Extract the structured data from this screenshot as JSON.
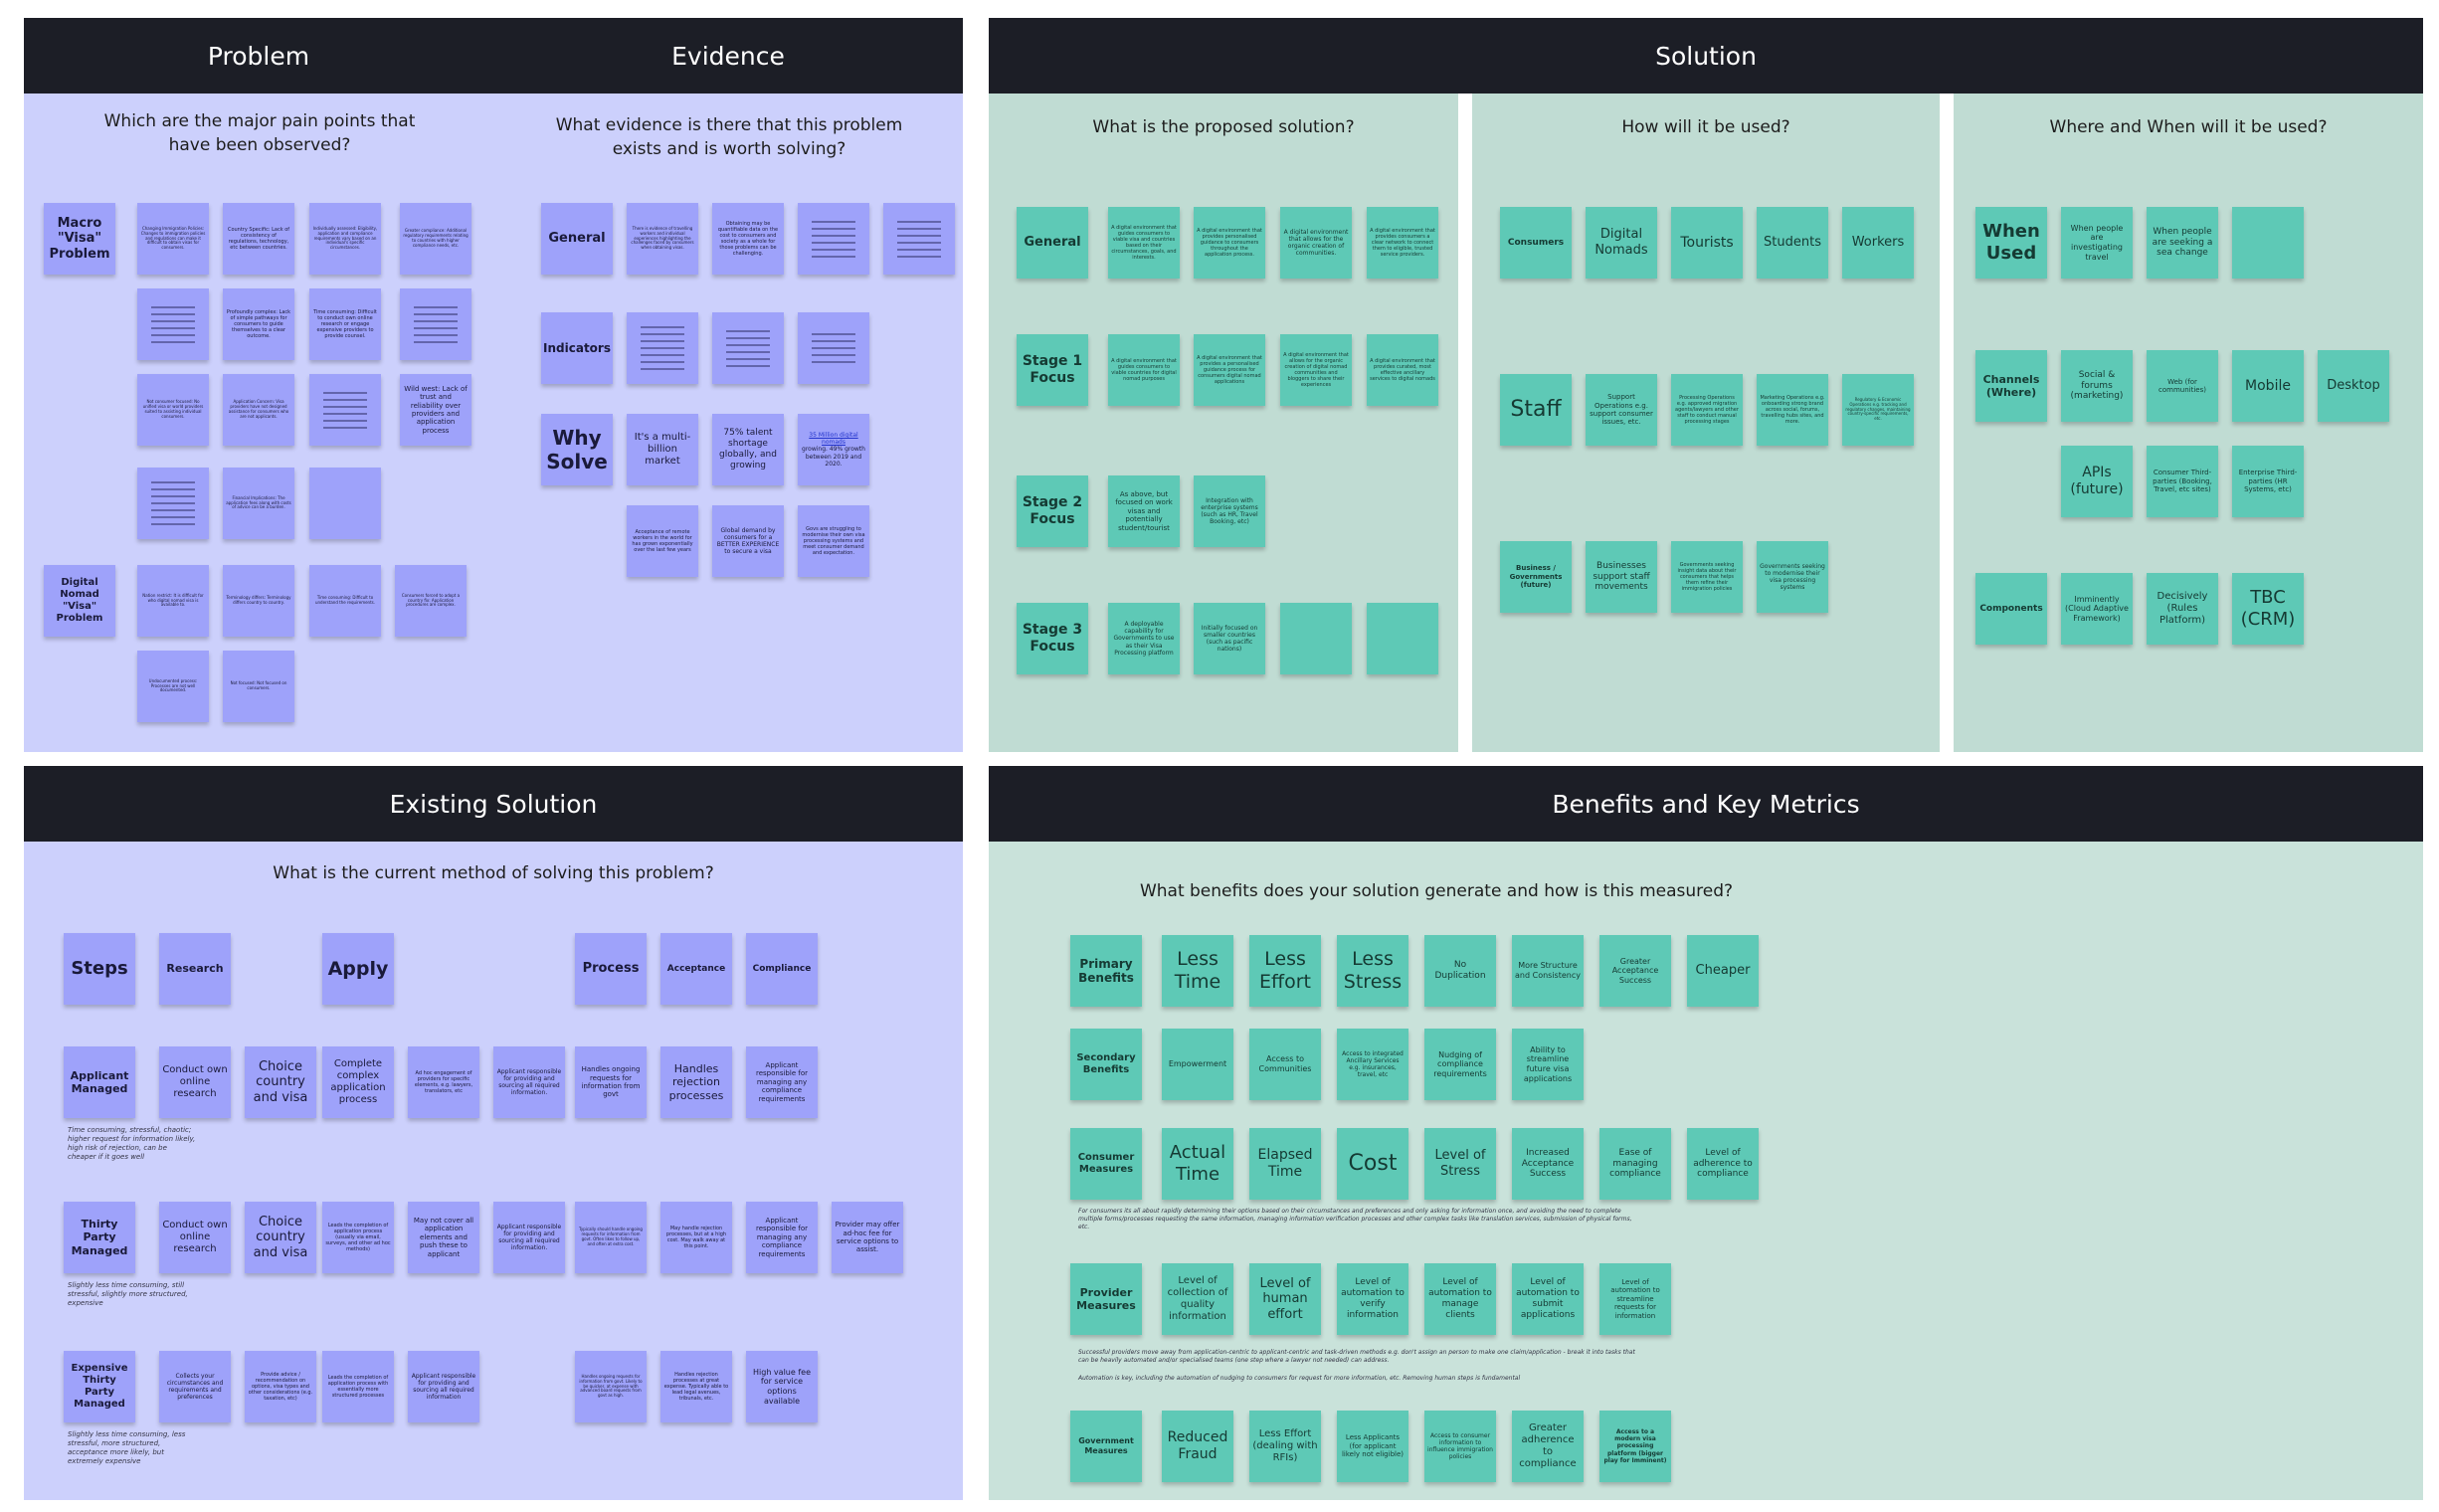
{
  "problem_frame": {
    "title_left": "Problem",
    "title_right": "Evidence",
    "q_left": "Which are the major pain points that have been observed?",
    "q_right": "What evidence is there that this problem exists and is worth solving?",
    "macro_label": "Macro \"Visa\" Problem",
    "digital_label": "Digital Nomad \"Visa\" Problem",
    "macro_notes": [
      "Changing Immigration Policies: Changes to immigration policies and regulations can make it difficult to obtain visas for consumers.",
      "Country Specific: Lack of consistency of regulations, technology, etc between countries.",
      "Individually assessed: Eligibility, application and compliance requirements vary based on an individual's specific circumstances.",
      "Greater compliance: Additional regulatory requirements relating to countries with higher compliance needs, etc.",
      "Profoundly complex: Lack of simple pathways for consumers to guide themselves to a clear outcome.",
      "Time consuming: Difficult to conduct own online research or engage expensive providers to provide counsel.",
      "Not consumer focused: No unified visa or world providers suited to assisting individual consumers.",
      "Application Concern: Visa providers have not designed assistance for consumers who are not applicants.",
      "Wild west: Lack of trust and reliability over providers and application process",
      "Financial Implications: The application fees along with costs of advice can be a burden."
    ],
    "nomad_notes": [
      "Nation restrict: It is difficult for who digital nomad visa is available to.",
      "Terminology differs: Terminology differs country to country.",
      "Time consuming: Difficult to understand the requirements.",
      "Consumers forced to adopt a country fix: Application procedures are complex.",
      "Undocumented process: Processes are not well documented.",
      "Not focused: Not focused on consumers."
    ],
    "evidence_labels": {
      "general": "General",
      "indicators": "Indicators",
      "why_solve": "Why Solve"
    },
    "evidence_notes": [
      "There is evidence of travelling workers and individual experiences highlighting the challenges faced by consumers when obtaining visas.",
      "Obtaining may be quantifiable data on the cost to consumers and society as a whole for those problems can be challenging."
    ],
    "why_notes": {
      "market": "It's a multi-billion market",
      "talent": "75% talent shortage globally, and growing",
      "nomads_link": "35 Million digital nomads",
      "nomads_rest": "growing. 49% growth between 2019 and 2020.",
      "acceptance": "Acceptance of remote workers in the world for has grown exponentially over the last few years",
      "global": "Global demand by consumers for a BETTER EXPERIENCE to secure a visa",
      "govs": "Govs are struggling to modernise their own visa processing systems and meet consumer demand and expectation."
    }
  },
  "solution_frame": {
    "title": "Solution",
    "q1": "What is the proposed solution?",
    "q2": "How will it be used?",
    "q3": "Where and When will it be used?",
    "rows": [
      "General",
      "Stage 1 Focus",
      "Stage 2 Focus",
      "Stage 3 Focus"
    ],
    "general_notes": [
      "A digital environment that guides consumers to viable visa and countries based on their circumstances, goals, and interests.",
      "A digital environment that provides personalised guidance to consumers throughout the application process.",
      "A digital environment that allows for the organic creation of communities.",
      "A digital environment that provides consumers a clear network to connect them to eligible, trusted service providers."
    ],
    "stage1_notes": [
      "A digital environment that guides consumers to viable countries for digital nomad purposes",
      "A digital environment that provides a personalised guidance process for consumers digital nomad applications",
      "A digital environment that allows for the organic creation of digital nomad communities and bloggers to share their experiences",
      "A digital environment that provides curated, most effective ancillary services to digital nomads"
    ],
    "stage2_notes": [
      "As above, but focused on work visas and potentially student/tourist",
      "Integration with enterprise systems (such as HR, Travel Booking, etc)"
    ],
    "stage3_notes": [
      "A deployable capability for Governments to use as their Visa Processing platform",
      "Initially focused on smaller countries (such as pacific nations)"
    ],
    "use_labels": {
      "consumers": "Consumers",
      "staff": "Staff",
      "business": "Business / Governments (future)"
    },
    "consumer_notes": [
      "Digital Nomads",
      "Tourists",
      "Students",
      "Workers"
    ],
    "staff_notes": [
      "Support Operations e.g. support consumer issues, etc.",
      "Processing Operations e.g. approved migration agents/lawyers and other staff to conduct manual processing stages",
      "Marketing Operations e.g. onboarding strong brand across social, forums, travelling hubs sites, and more.",
      "Regulatory & Economic Operations e.g. tracking and regulatory changes, maintaining country-specific requirements, etc."
    ],
    "business_notes": [
      "Businesses support staff movements",
      "Governments seeking insight data about their consumers that helps them refine their immigration policies",
      "Governments seeking to modernise their visa processing systems"
    ],
    "where_labels": {
      "when": "When Used",
      "channels": "Channels (Where)",
      "components": "Components"
    },
    "when_notes": [
      "When people are investigating travel",
      "When people are seeking a sea change"
    ],
    "channel_notes": [
      "Social & forums (marketing)",
      "Web (for communities)",
      "Mobile",
      "Desktop",
      "APIs (future)",
      "Consumer Third-parties (Booking, Travel, etc sites)",
      "Enterprise Third-parties (HR Systems, etc)"
    ],
    "component_notes": [
      "Imminently (Cloud Adaptive Framework)",
      "Decisively (Rules Platform)",
      "TBC (CRM)"
    ]
  },
  "existing_frame": {
    "title": "Existing Solution",
    "q": "What is the current method of solving this problem?",
    "steps_header": [
      "Steps",
      "Research",
      "Apply",
      "Process",
      "Acceptance",
      "Compliance"
    ],
    "applicant": {
      "label": "Applicant Managed",
      "notes": [
        "Conduct own online research",
        "Choice country and visa",
        "Complete complex application process",
        "Ad hoc engagement of providers for specific elements, e.g. lawyers, translators, etc",
        "Applicant responsible for providing and sourcing all required information.",
        "Handles ongoing requests for information from govt",
        "Handles rejection processes",
        "Applicant responsible for managing any compliance requirements"
      ],
      "caption": "Time consuming, stressful, chaotic; higher request for information likely, high risk of rejection, can be cheaper if it goes well"
    },
    "thirdparty": {
      "label": "Thirty Party Managed",
      "notes": [
        "Conduct own online research",
        "Choice country and visa",
        "Leads the completion of application process (usually via email, surveys, and other ad hoc methods)",
        "May not cover all application elements and push these to applicant",
        "Applicant responsible for providing and sourcing all required information.",
        "Typically should handle ongoing requests for information from govt. Often likes to follow up, and often at extra cost.",
        "May handle rejection processes, but at a high cost. May walk away at this point.",
        "Applicant responsible for managing any compliance requirements",
        "Provider may offer ad-hoc fee for service options to assist."
      ],
      "caption": "Slightly less time consuming, still stressful, slightly more structured, expensive"
    },
    "expensive": {
      "label": "Expensive Thirty Party Managed",
      "notes": [
        "Collects your circumstances and requirements and preferences",
        "Provide advice / recommendation on options, visa types and other considerations (e.g. taxation, etc)",
        "Leads the completion of application process with essentially more structured processes",
        "Applicant responsible for providing and sourcing all required information",
        "Handles ongoing requests for information from govt. Likely to be quicker, at expense with advanced board requests from govt as high.",
        "Handles rejection processes at great expense. Typically able to lead legal avenues, tribunals, etc.",
        "High value fee for service options available"
      ],
      "caption": "Slightly less time consuming, less stressful, more structured, acceptance more likely, but extremely expensive"
    }
  },
  "benefits_frame": {
    "title": "Benefits and Key Metrics",
    "q": "What benefits does your solution generate and how is this measured?",
    "primary": {
      "label": "Primary Benefits",
      "notes": [
        "Less Time",
        "Less Effort",
        "Less Stress",
        "No Duplication",
        "More Structure and Consistency",
        "Greater Acceptance Success",
        "Cheaper"
      ]
    },
    "secondary": {
      "label": "Secondary Benefits",
      "notes": [
        "Empowerment",
        "Access to Communities",
        "Access to integrated Ancillary Services e.g. insurances, travel, etc",
        "Nudging of compliance requirements",
        "Ability to streamline future visa applications"
      ]
    },
    "consumer": {
      "label": "Consumer Measures",
      "notes": [
        "Actual Time",
        "Elapsed Time",
        "Cost",
        "Level of Stress",
        "Increased Acceptance Success",
        "Ease of managing compliance",
        "Level of adherence to compliance"
      ],
      "caption": "For consumers its all about rapidly determining their options based on their circumstances and preferences and only asking for information once, and avoiding the need to complete multiple forms/processes requesting the same information, managing information verification processes and other complex tasks like translation services, submission of physical forms, etc."
    },
    "provider": {
      "label": "Provider Measures",
      "notes": [
        "Level of collection of quality information",
        "Level of human effort",
        "Level of automation to verify information",
        "Level of automation to manage clients",
        "Level of automation to submit applications",
        "Level of automation to streamline requests for information"
      ],
      "caption1": "Successful providers move away from application-centric to applicant-centric and task-driven methods e.g. don't assign an person to make one claim/application - break it into tasks that can be heavily automated and/or specialised teams (one step where a lawyer not needed) can address.",
      "caption2": "Automation is key, including the automation of nudging to consumers for request for more information, etc. Removing human steps is fundamental"
    },
    "government": {
      "label": "Government Measures",
      "notes": [
        "Reduced Fraud",
        "Less Effort (dealing with RFIs)",
        "Less Applicants (for applicant likely not eligible)",
        "Access to consumer information to influence immigration policies",
        "Greater adherence to compliance",
        "Access to a modern visa processing platform (bigger play for Imminent)"
      ]
    }
  },
  "colors": {
    "header": "#1c1e26",
    "purple_bg": "#ccd0fc",
    "teal_bg": "#c9e2da",
    "purple_note": "#9ea2fa",
    "teal_note": "#5ec9b6"
  }
}
